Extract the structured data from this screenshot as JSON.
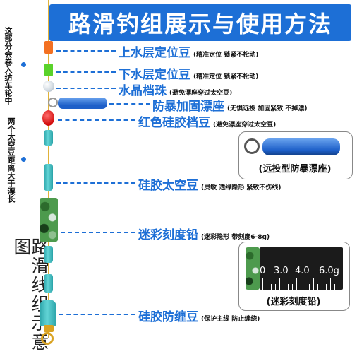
{
  "title": "路滑钓组展示与使用方法",
  "left_notes": {
    "note1": "这部分会卷入纺车轮中",
    "note2": "两个太空豆距离大于漂长",
    "diagram_title": "路滑线组示意图"
  },
  "items": [
    {
      "label": "上水层定位豆",
      "note": "(精准定位 锁紧不松动)"
    },
    {
      "label": "下水层定位豆",
      "note": "(精准定位 锁紧不松动)"
    },
    {
      "label": "水晶档珠",
      "note": "(避免漂座穿过太空豆)"
    },
    {
      "label": "防暴加固漂座",
      "note": "(无惧远投 加固紧致 不掉漂)"
    },
    {
      "label": "红色硅胶档豆",
      "note": "(避免漂座穿过太空豆)"
    },
    {
      "label": "硅胶太空豆",
      "note": "(灵敏 透绿隐形 紧致不伤线)"
    },
    {
      "label": "迷彩刻度铅",
      "note": "(迷彩隐形 带刻度6-8g)"
    },
    {
      "label": "硅胶防缠豆",
      "note": "(保护主线 防止缠绕)"
    }
  ],
  "box1_caption": "(远投型防暴漂座)",
  "box2_caption": "(迷彩刻度铅)",
  "ruler_labels": [
    "0",
    "3.0",
    "4.0",
    "6.0g"
  ],
  "colors": {
    "accent": "#1d6fd6",
    "line": "#e0b23a",
    "orange_stop": "#f37021",
    "green_stop": "#5ad22a",
    "red_bead": "#d10c0c",
    "silicone": "#2aa3a8"
  }
}
